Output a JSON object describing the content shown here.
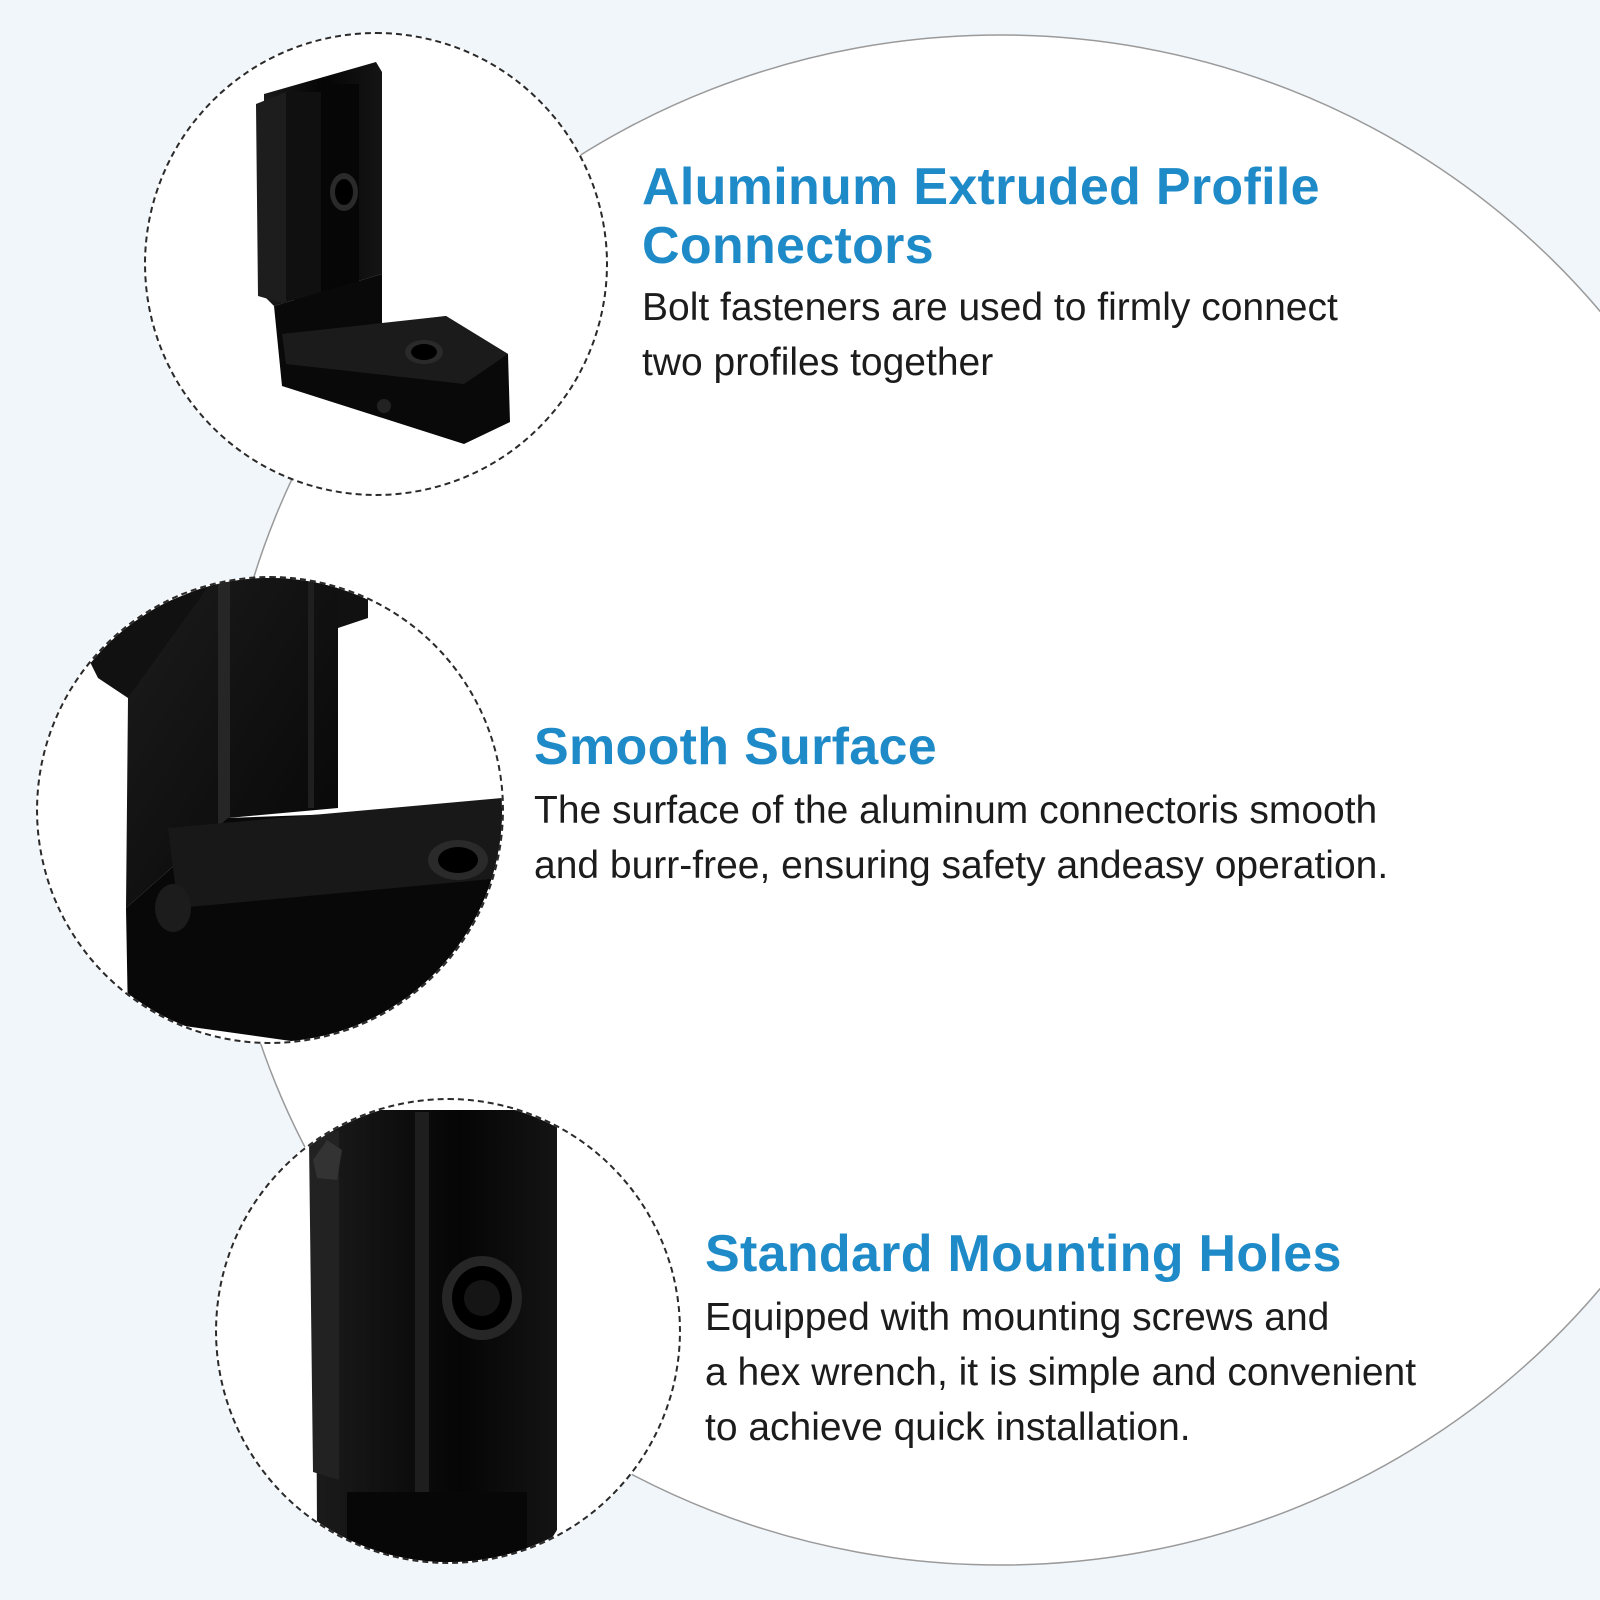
{
  "features": [
    {
      "title_line1": "Aluminum Extruded Profile",
      "title_line2": "Connectors",
      "desc_line1": "Bolt fasteners are used to firmly connect",
      "desc_line2": "two profiles together"
    },
    {
      "title": "Smooth Surface",
      "desc_line1": "The surface of the aluminum connectoris smooth",
      "desc_line2": "and burr-free, ensuring safety andeasy operation."
    },
    {
      "title": "Standard Mounting Holes",
      "desc_line1": "Equipped with mounting screws and",
      "desc_line2": "a hex wrench, it is simple and convenient",
      "desc_line3": "to achieve quick installation."
    }
  ],
  "colors": {
    "heading": "#1e8bc8",
    "body_text": "#1c1c1c",
    "background": "#f1f6fb",
    "product": "#0b0b0b"
  }
}
